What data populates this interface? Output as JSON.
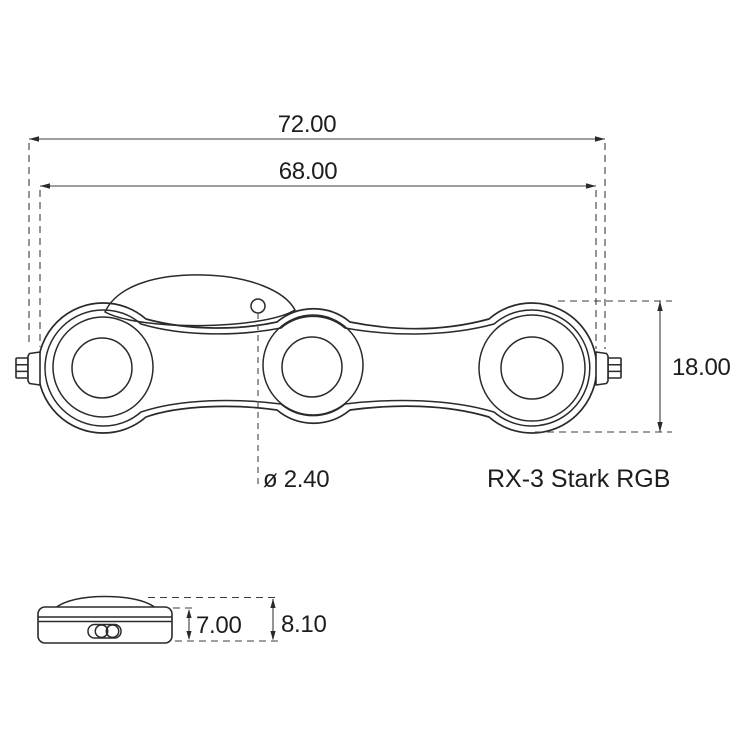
{
  "drawing": {
    "product_label": "RX-3 Stark RGB",
    "dimensions": {
      "overall_width": "72.00",
      "inner_width": "68.00",
      "height": "18.00",
      "hole_diameter": "ø 2.40",
      "body_thickness": "7.00",
      "total_thickness": "8.10"
    },
    "units_note": "",
    "colors": {
      "line": "#2a2a2a",
      "dimension_line": "#3c3c3c",
      "text": "#1d1d1d",
      "background": "#ffffff"
    }
  }
}
